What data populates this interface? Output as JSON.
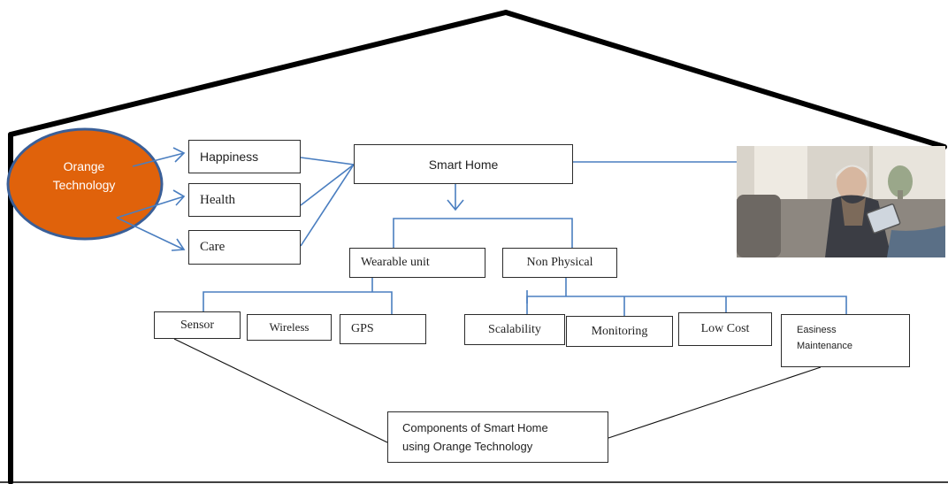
{
  "central": {
    "line1": "Orange",
    "line2": "Technology"
  },
  "values": {
    "happiness": "Happiness",
    "health": "Health",
    "care": "Care"
  },
  "smart_home": "Smart Home",
  "branches": {
    "wearable": "Wearable unit",
    "non_physical": "Non Physical"
  },
  "wearable_items": {
    "sensor": "Sensor",
    "wireless": "Wireless",
    "gps": "GPS"
  },
  "non_physical_items": {
    "scalability": "Scalability",
    "monitoring": "Monitoring",
    "low_cost": "Low Cost",
    "easiness_line1": "Easiness",
    "easiness_line2": "Maintenance"
  },
  "components": {
    "line1": "Components of Smart Home",
    "line2": "using Orange Technology"
  },
  "colors": {
    "circle_fill": "#e0620b",
    "circle_stroke": "#3a5f98",
    "connector": "#4a7ec0",
    "roof": "#000000"
  },
  "photo": {
    "subject": "elderly man using tablet on sofa"
  }
}
